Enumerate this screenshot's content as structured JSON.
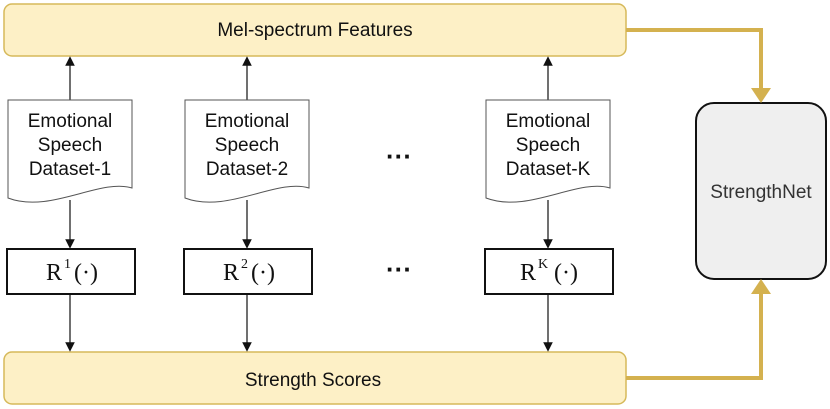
{
  "top_bar": {
    "label": "Mel-spectrum Features"
  },
  "bottom_bar": {
    "label": "Strength Scores"
  },
  "network": {
    "label": "StrengthNet"
  },
  "datasets": [
    {
      "lines": [
        "Emotional",
        "Speech",
        "Dataset-1"
      ]
    },
    {
      "lines": [
        "Emotional",
        "Speech",
        "Dataset-2"
      ]
    },
    {
      "lines": [
        "Emotional",
        "Speech",
        "Dataset-K"
      ]
    }
  ],
  "rankers": [
    {
      "base": "R",
      "superscript": "1",
      "args": "(·)"
    },
    {
      "base": "R",
      "superscript": "2",
      "args": "(·)"
    },
    {
      "base": "R",
      "superscript": "K",
      "args": "(·)"
    }
  ],
  "ellipsis": "···",
  "colors": {
    "bar_fill": "#fdf0c6",
    "bar_stroke": "#d6b95a",
    "connector": "#d4b14f",
    "net_fill": "#efefef"
  }
}
